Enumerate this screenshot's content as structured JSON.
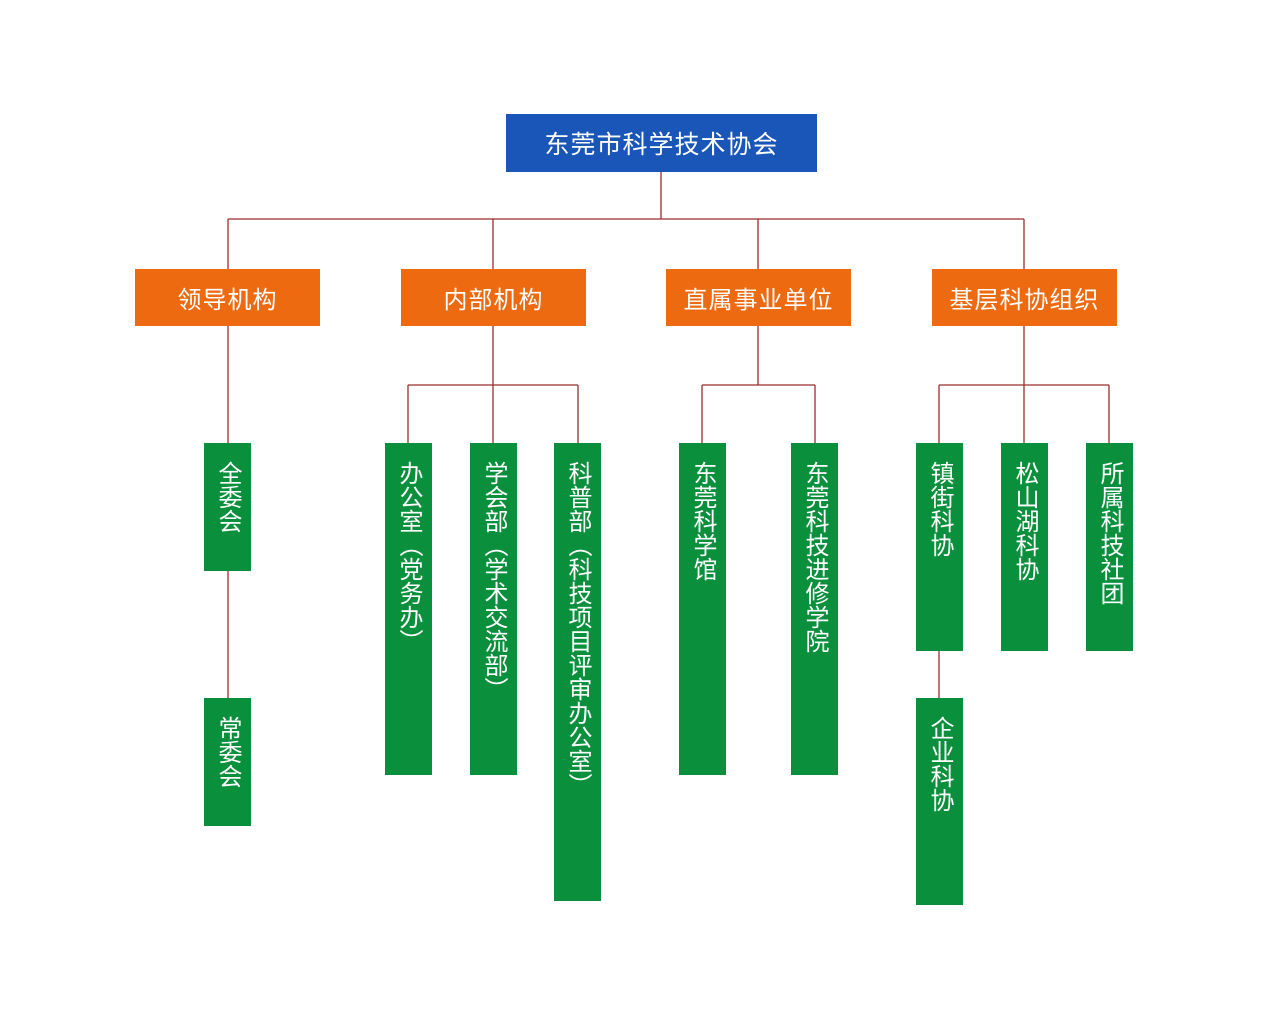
{
  "colors": {
    "root": "#1a56b8",
    "category": "#ee6a10",
    "leaf": "#0a8f3c",
    "line": "#9b2c2c"
  },
  "root": {
    "label": "东莞市科学技术协会"
  },
  "categories": [
    {
      "label": "领导机构",
      "children": [
        {
          "label": "全委会",
          "sub": {
            "label": "常委会"
          }
        }
      ]
    },
    {
      "label": "内部机构",
      "children": [
        {
          "label": "办公室（党务办）"
        },
        {
          "label": "学会部（学术交流部）"
        },
        {
          "label": "科普部（科技项目评审办公室）"
        }
      ]
    },
    {
      "label": "直属事业单位",
      "children": [
        {
          "label": "东莞科学馆"
        },
        {
          "label": "东莞科技进修学院"
        }
      ]
    },
    {
      "label": "基层科协组织",
      "children": [
        {
          "label": "镇街科协",
          "sub": {
            "label": "企业科协"
          }
        },
        {
          "label": "松山湖科协"
        },
        {
          "label": "所属科技社团"
        }
      ]
    }
  ]
}
